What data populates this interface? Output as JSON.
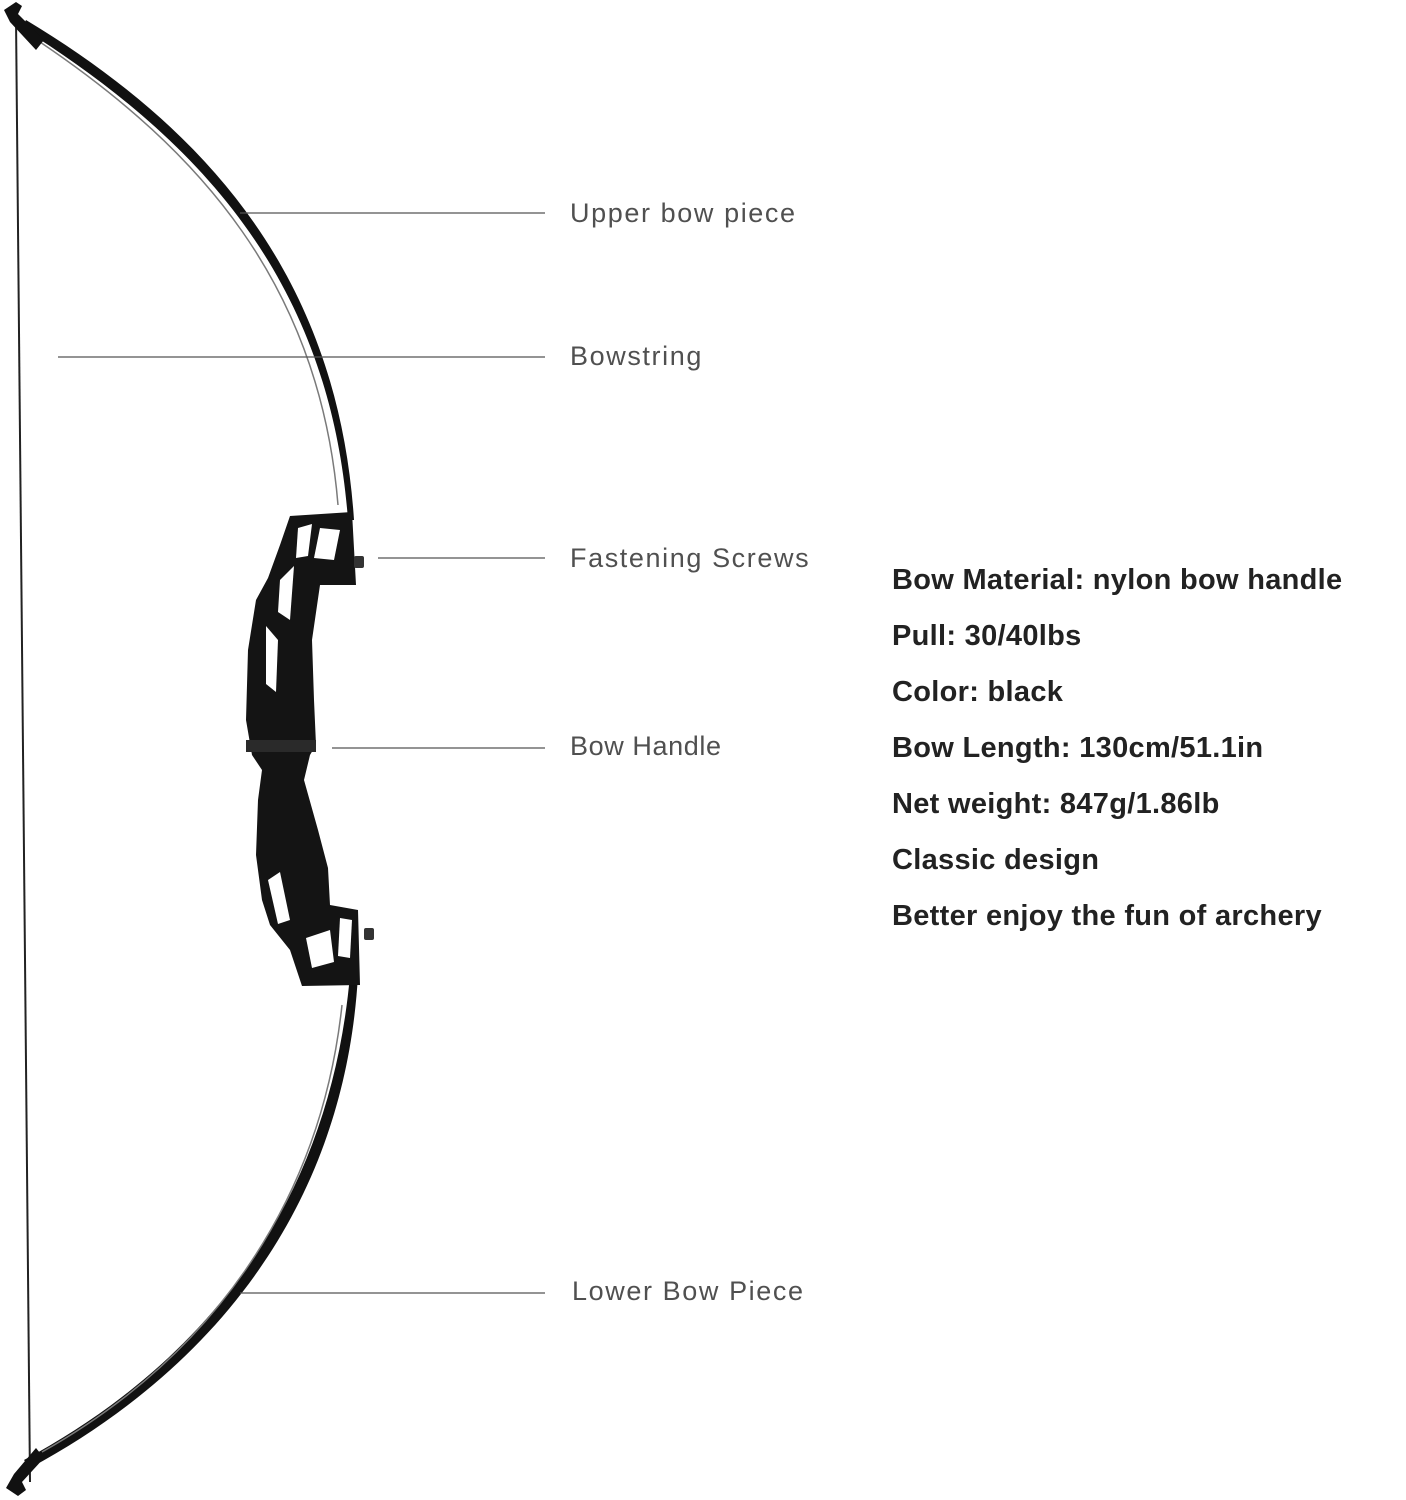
{
  "colors": {
    "background": "#ffffff",
    "bow": "#111111",
    "string": "#222222",
    "leader_line": "#555555",
    "label_text": "#505050",
    "spec_text": "#222222"
  },
  "labels": {
    "upper_bow_piece": "Upper bow piece",
    "bowstring": "Bowstring",
    "fastening_screws": "Fastening Screws",
    "bow_handle": "Bow Handle",
    "lower_bow_piece": "Lower Bow Piece"
  },
  "specs": {
    "material": "Bow Material: nylon bow handle",
    "pull": "Pull: 30/40lbs",
    "color": "Color: black",
    "length": "Bow Length: 130cm/51.1in",
    "weight": "Net weight: 847g/1.86lb",
    "design": "Classic design",
    "tagline": "Better enjoy the fun of archery"
  }
}
